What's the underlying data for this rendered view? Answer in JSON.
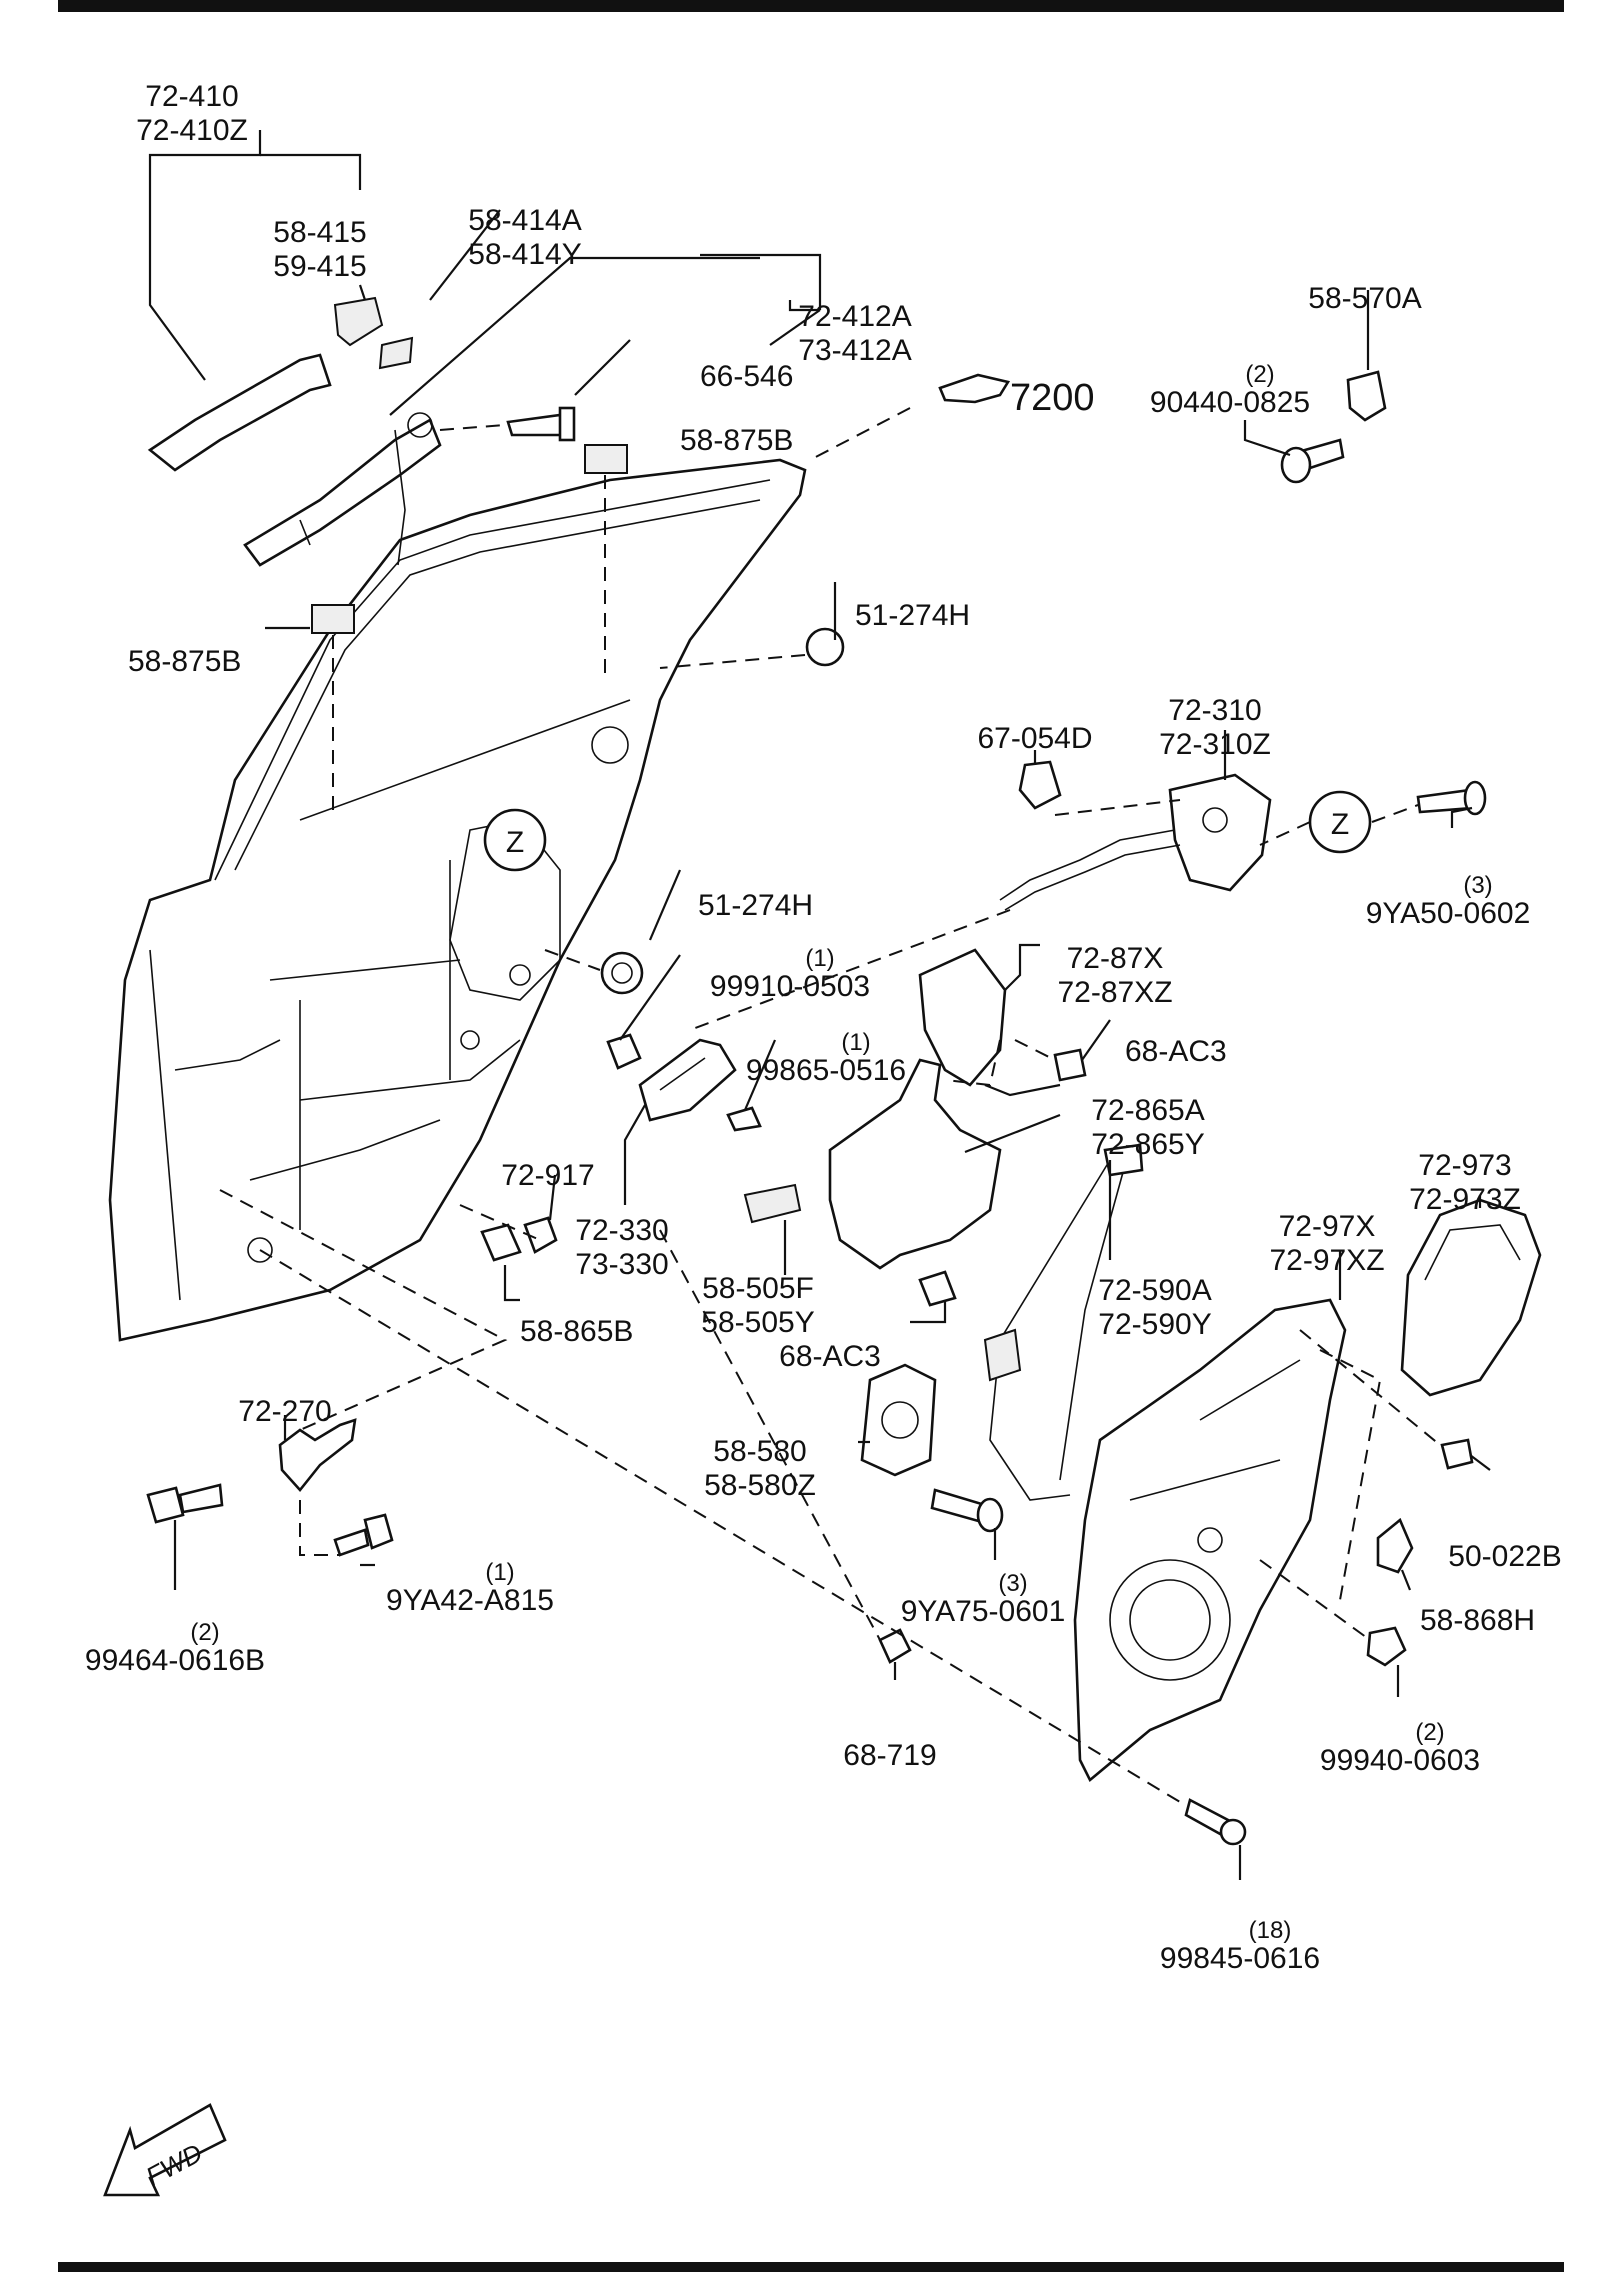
{
  "diagram": {
    "ref_label": "7200",
    "fwd_label": "FWD",
    "callout_letter": "Z",
    "parts": [
      {
        "id": "p1",
        "codes": [
          "72-410",
          "72-410Z"
        ],
        "qty": ""
      },
      {
        "id": "p2",
        "codes": [
          "58-415",
          "59-415"
        ],
        "qty": ""
      },
      {
        "id": "p3",
        "codes": [
          "58-414A",
          "58-414Y"
        ],
        "qty": ""
      },
      {
        "id": "p4",
        "codes": [
          "72-412A",
          "73-412A"
        ],
        "qty": ""
      },
      {
        "id": "p5",
        "codes": [
          "66-546"
        ],
        "qty": ""
      },
      {
        "id": "p6",
        "codes": [
          "58-875B"
        ],
        "qty": ""
      },
      {
        "id": "p7",
        "codes": [
          "58-570A"
        ],
        "qty": ""
      },
      {
        "id": "p8",
        "codes": [
          "90440-0825"
        ],
        "qty": "(2)"
      },
      {
        "id": "p9",
        "codes": [
          "58-875B"
        ],
        "qty": ""
      },
      {
        "id": "p10",
        "codes": [
          "51-274H"
        ],
        "qty": ""
      },
      {
        "id": "p11",
        "codes": [
          "72-310",
          "72-310Z"
        ],
        "qty": ""
      },
      {
        "id": "p12",
        "codes": [
          "67-054D"
        ],
        "qty": ""
      },
      {
        "id": "p13",
        "codes": [
          "9YA50-0602"
        ],
        "qty": "(3)"
      },
      {
        "id": "p14",
        "codes": [
          "51-274H"
        ],
        "qty": ""
      },
      {
        "id": "p15",
        "codes": [
          "99910-0503"
        ],
        "qty": "(1)"
      },
      {
        "id": "p16",
        "codes": [
          "72-87X",
          "72-87XZ"
        ],
        "qty": ""
      },
      {
        "id": "p17",
        "codes": [
          "99865-0516"
        ],
        "qty": "(1)"
      },
      {
        "id": "p18",
        "codes": [
          "68-AC3"
        ],
        "qty": ""
      },
      {
        "id": "p19",
        "codes": [
          "72-865A",
          "72-865Y"
        ],
        "qty": ""
      },
      {
        "id": "p20",
        "codes": [
          "72-917"
        ],
        "qty": ""
      },
      {
        "id": "p21",
        "codes": [
          "72-330",
          "73-330"
        ],
        "qty": ""
      },
      {
        "id": "p22",
        "codes": [
          "72-973",
          "72-973Z"
        ],
        "qty": ""
      },
      {
        "id": "p23",
        "codes": [
          "72-97X",
          "72-97XZ"
        ],
        "qty": ""
      },
      {
        "id": "p24",
        "codes": [
          "58-505F",
          "58-505Y"
        ],
        "qty": ""
      },
      {
        "id": "p25",
        "codes": [
          "72-590A",
          "72-590Y"
        ],
        "qty": ""
      },
      {
        "id": "p26",
        "codes": [
          "58-865B"
        ],
        "qty": ""
      },
      {
        "id": "p27",
        "codes": [
          "68-AC3"
        ],
        "qty": ""
      },
      {
        "id": "p28",
        "codes": [
          "72-270"
        ],
        "qty": ""
      },
      {
        "id": "p29",
        "codes": [
          "58-580",
          "58-580Z"
        ],
        "qty": ""
      },
      {
        "id": "p30",
        "codes": [
          "50-022B"
        ],
        "qty": ""
      },
      {
        "id": "p31",
        "codes": [
          "9YA42-A815"
        ],
        "qty": "(1)"
      },
      {
        "id": "p32",
        "codes": [
          "9YA75-0601"
        ],
        "qty": "(3)"
      },
      {
        "id": "p33",
        "codes": [
          "58-868H"
        ],
        "qty": ""
      },
      {
        "id": "p34",
        "codes": [
          "99464-0616B"
        ],
        "qty": "(2)"
      },
      {
        "id": "p35",
        "codes": [
          "68-719"
        ],
        "qty": ""
      },
      {
        "id": "p36",
        "codes": [
          "99940-0603"
        ],
        "qty": "(2)"
      },
      {
        "id": "p37",
        "codes": [
          "99845-0616"
        ],
        "qty": "(18)"
      }
    ]
  }
}
